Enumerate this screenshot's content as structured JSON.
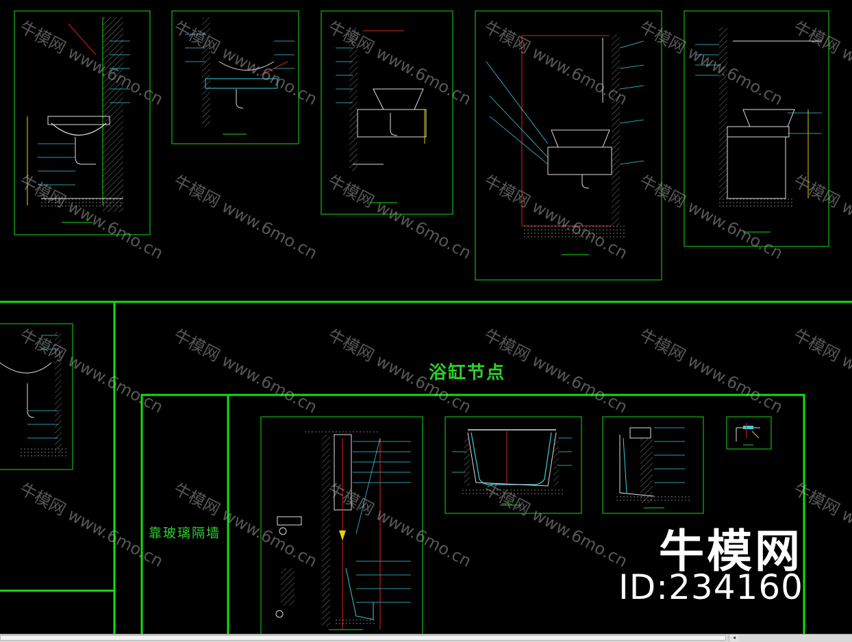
{
  "sections": {
    "bathtub_title": "浴缸节点",
    "glass_partition_title": "靠玻璃隔墙"
  },
  "watermark": {
    "text": "牛模网 www.6mo.cn"
  },
  "branding": {
    "site_name": "牛模网",
    "asset_id": "ID:234160"
  },
  "scrollbar": {
    "left_arrow": "◂"
  },
  "colors": {
    "background": "#000000",
    "frame_green": "#12e012",
    "detail_cyan": "#3ad0e0",
    "detail_red": "#e02020",
    "detail_yellow": "#e0d000",
    "text_white": "#ffffff"
  }
}
